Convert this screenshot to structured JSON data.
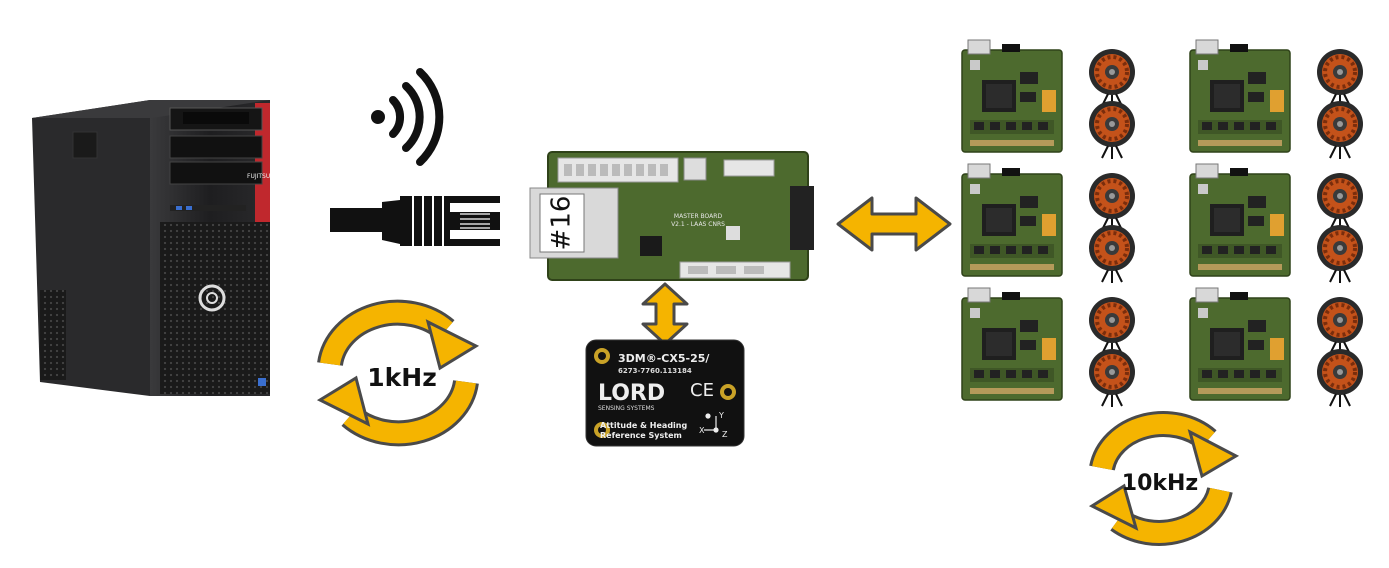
{
  "loop_pc": {
    "label": "1kHz"
  },
  "loop_drivers": {
    "label": "10kHz"
  },
  "master_board": {
    "tag": "#16",
    "silk_title": "MASTER BOARD",
    "silk_version": "V2.1 - LAAS CNRS"
  },
  "imu": {
    "model": "3DM®-CX5-25/",
    "serial": "6273-7760.113184",
    "brand": "LORD",
    "brand_sub": "SENSING SYSTEMS",
    "desc_line1": "Attitude & Heading",
    "desc_line2": "Reference System",
    "ce_mark": "CE",
    "axis_x": "X",
    "axis_y": "Y",
    "axis_z": "Z"
  },
  "pc": {
    "brand": "FUJITSU"
  },
  "colors": {
    "arrow_fill": "#f5b400",
    "arrow_stroke": "#4a4a4a",
    "pcb_green": "#4d6a2e",
    "pc_body": "#1c1c1e",
    "pc_accent": "#c0282d"
  }
}
